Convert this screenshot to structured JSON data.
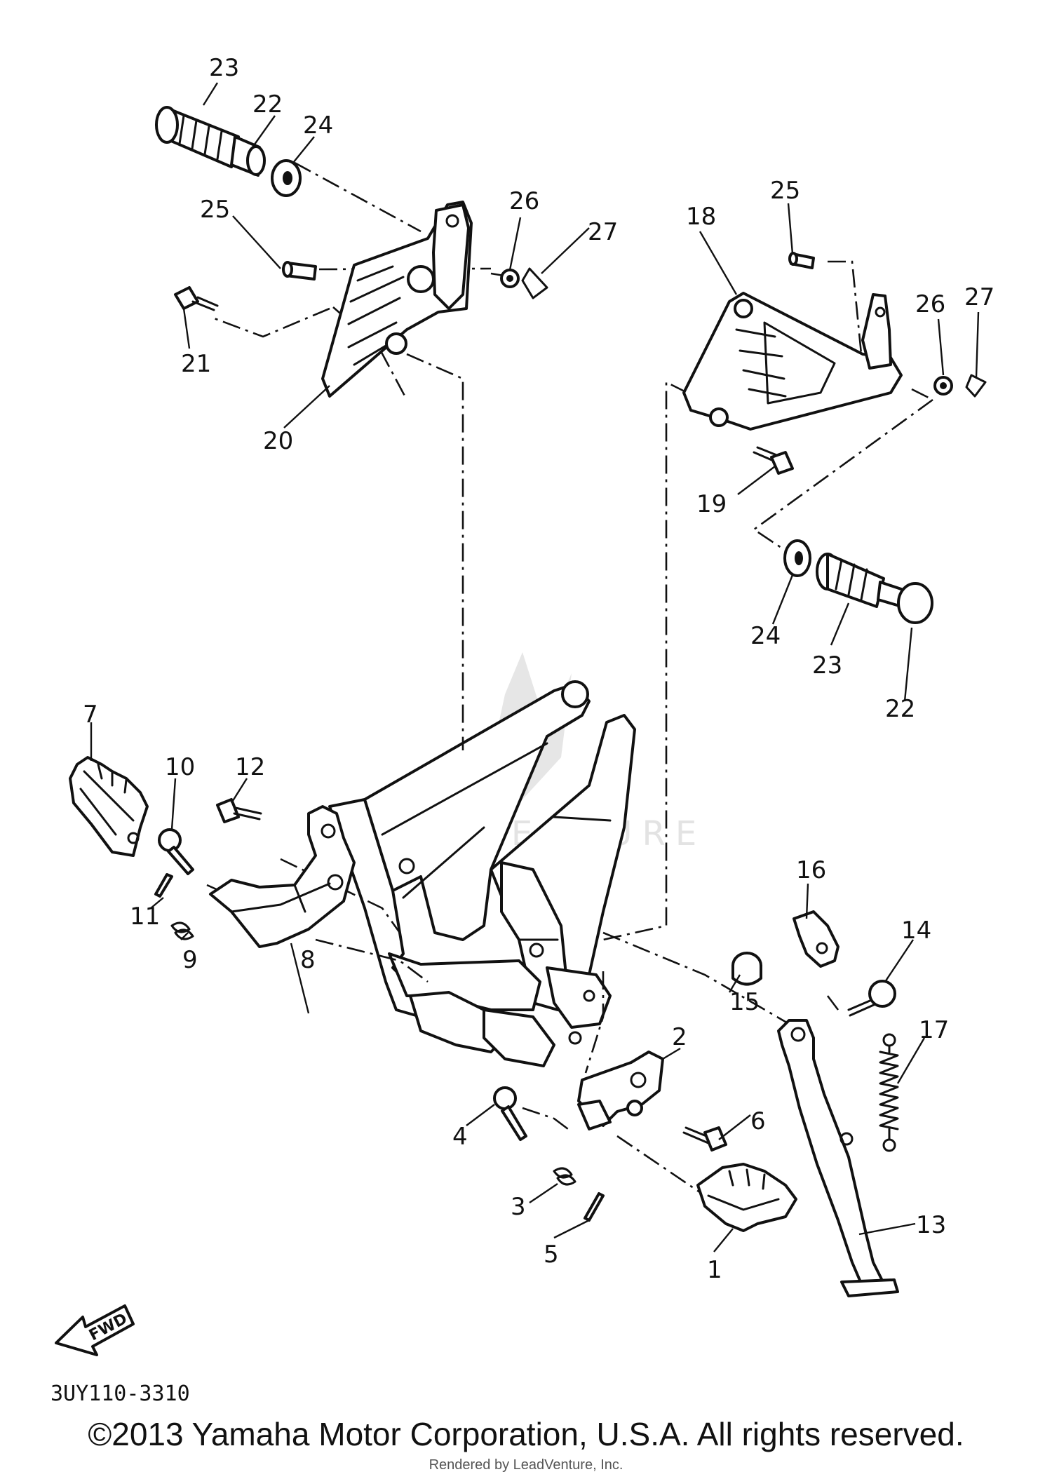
{
  "diagram_code": "3UY110-3310",
  "fwd_label": "FWD",
  "watermark": "LEADVENTURE",
  "copyright": "©2013 Yamaha Motor Corporation, U.S.A. All rights reserved.",
  "rendered_by": "Rendered by LeadVenture, Inc.",
  "callouts": {
    "c1": "1",
    "c2": "2",
    "c3": "3",
    "c4": "4",
    "c5": "5",
    "c6": "6",
    "c7": "7",
    "c8": "8",
    "c9": "9",
    "c10": "10",
    "c11": "11",
    "c12": "12",
    "c13": "13",
    "c14": "14",
    "c15": "15",
    "c16": "16",
    "c17": "17",
    "c18": "18",
    "c19": "19",
    "c20": "20",
    "c21": "21",
    "c22a": "22",
    "c22b": "22",
    "c23a": "23",
    "c23b": "23",
    "c24a": "24",
    "c24b": "24",
    "c25a": "25",
    "c25b": "25",
    "c26a": "26",
    "c26b": "26",
    "c27a": "27",
    "c27b": "27"
  }
}
